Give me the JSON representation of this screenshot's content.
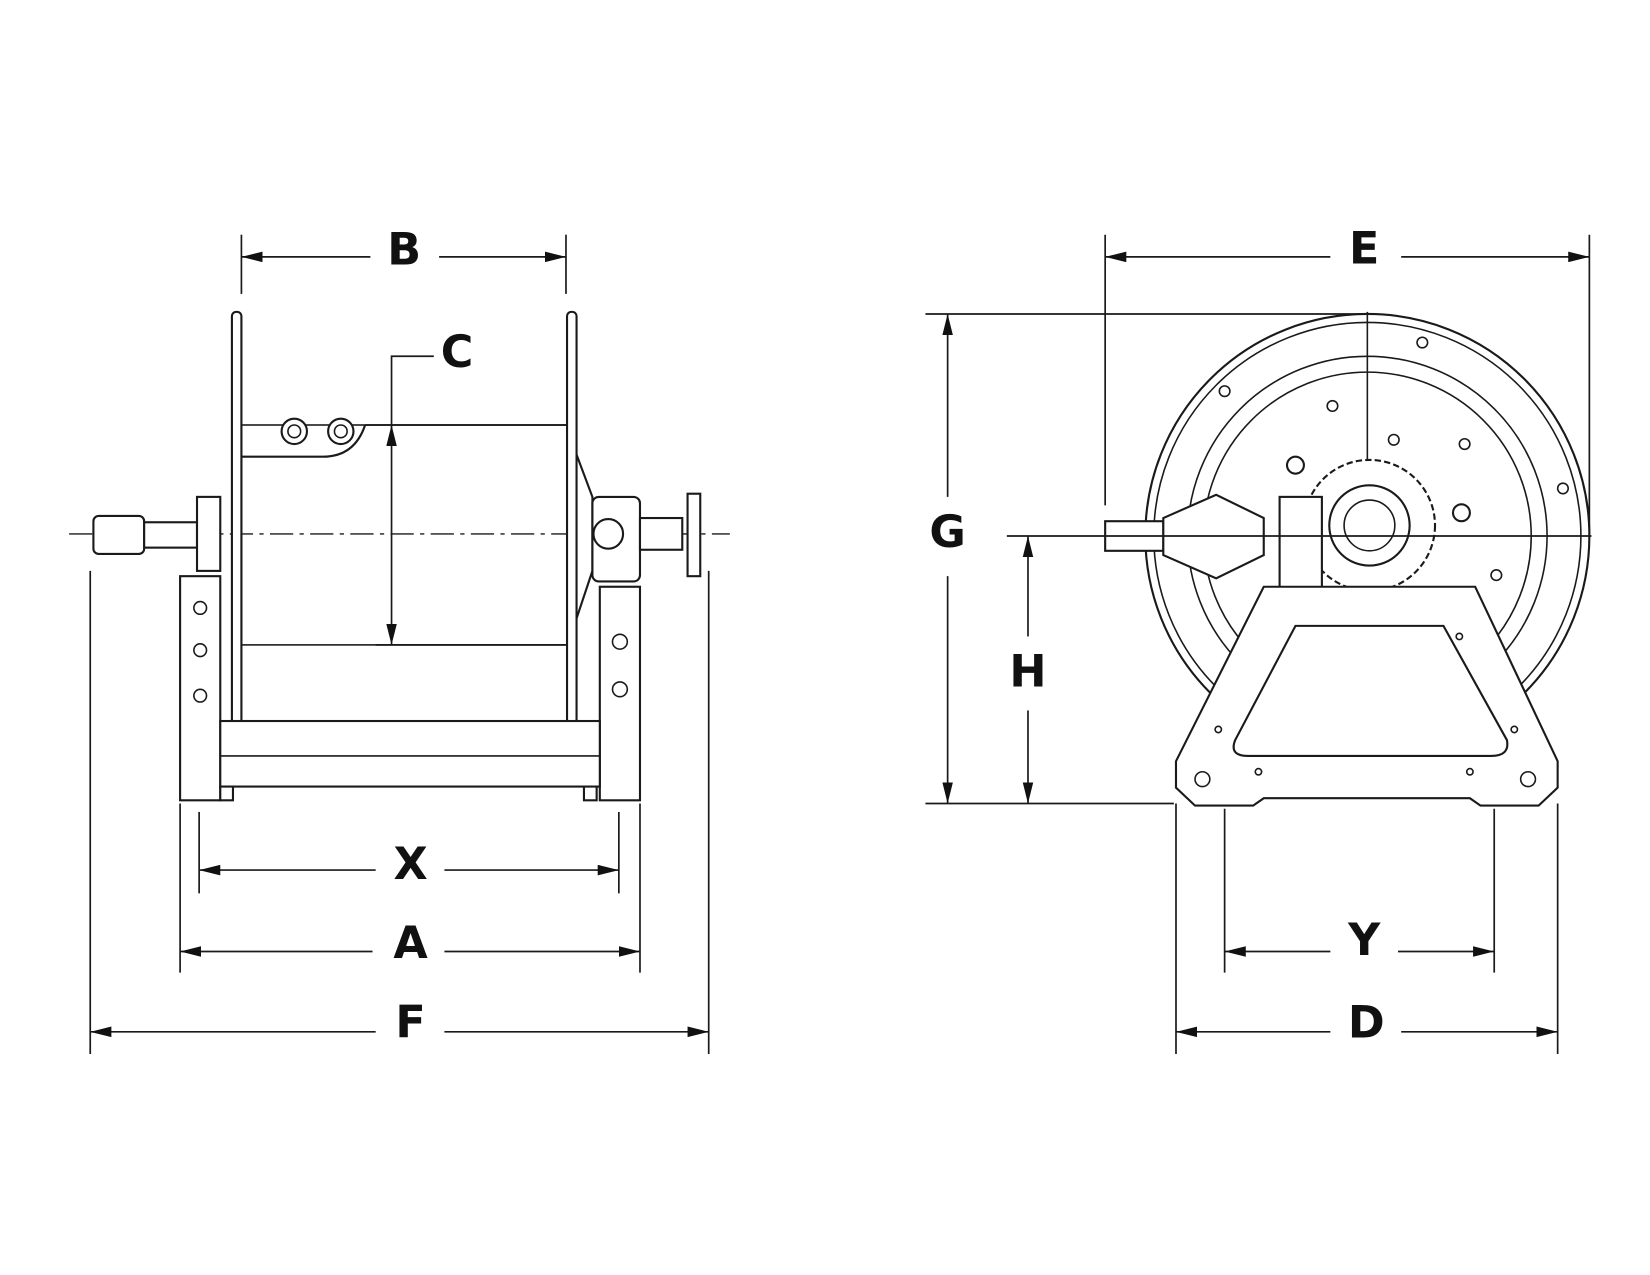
{
  "diagram": {
    "side_view_labels": {
      "b": "B",
      "c": "C",
      "x": "X",
      "a": "A",
      "f": "F"
    },
    "front_view_labels": {
      "e": "E",
      "g": "G",
      "h": "H",
      "y": "Y",
      "d": "D"
    },
    "line_color": "#1a1a1a"
  }
}
